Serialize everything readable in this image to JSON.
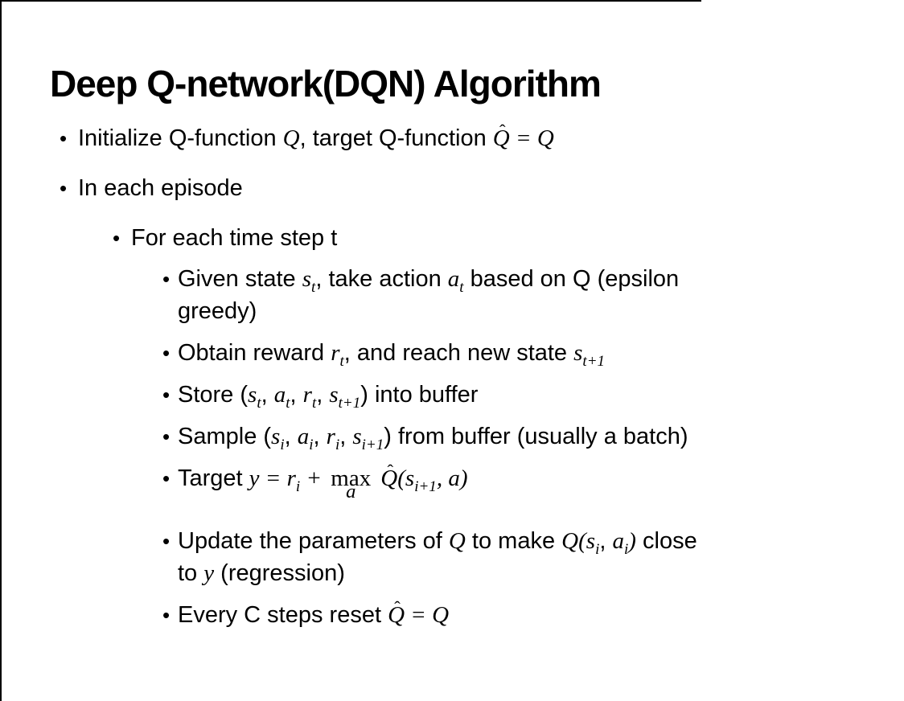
{
  "slide": {
    "title": "Deep Q-network(DQN) Algorithm",
    "colors": {
      "background": "#ffffff",
      "text": "#000000",
      "edge_border": "#000000"
    },
    "bullets": [
      {
        "level": 1,
        "segments": [
          {
            "t": "Initialize Q-function "
          },
          {
            "m": "Q"
          },
          {
            "t": ", target Q-function "
          },
          {
            "hat": "Q"
          },
          {
            "m": " = Q"
          }
        ]
      },
      {
        "level": 1,
        "segments": [
          {
            "t": "In each episode"
          }
        ]
      },
      {
        "level": 2,
        "segments": [
          {
            "t": "For each time step t"
          }
        ]
      },
      {
        "level": 3,
        "segments": [
          {
            "t": "Given state "
          },
          {
            "b": "s",
            "sub": "t"
          },
          {
            "t": ", take action "
          },
          {
            "b": "a",
            "sub": "t"
          },
          {
            "t": " based on Q (epsilon"
          },
          {
            "br": true
          },
          {
            "t": "greedy)"
          }
        ]
      },
      {
        "level": 3,
        "segments": [
          {
            "t": "Obtain reward "
          },
          {
            "b": "r",
            "sub": "t"
          },
          {
            "t": ", and reach new state "
          },
          {
            "b": "s",
            "sub": "t+1"
          }
        ]
      },
      {
        "level": 3,
        "segments": [
          {
            "t": "Store ("
          },
          {
            "b": "s",
            "sub": "t"
          },
          {
            "t": ", "
          },
          {
            "b": "a",
            "sub": "t"
          },
          {
            "t": ", "
          },
          {
            "b": "r",
            "sub": "t"
          },
          {
            "t": ", "
          },
          {
            "b": "s",
            "sub": "t+1"
          },
          {
            "t": ") into buffer"
          }
        ]
      },
      {
        "level": 3,
        "segments": [
          {
            "t": "Sample ("
          },
          {
            "b": "s",
            "sub": "i"
          },
          {
            "t": ", "
          },
          {
            "b": "a",
            "sub": "i"
          },
          {
            "t": ", "
          },
          {
            "b": "r",
            "sub": "i"
          },
          {
            "t": ", "
          },
          {
            "b": "s",
            "sub": "i+1"
          },
          {
            "t": ") from buffer (usually a batch)"
          }
        ]
      },
      {
        "level": 3,
        "segments": [
          {
            "t": "Target "
          },
          {
            "m": "y"
          },
          {
            "m": " = "
          },
          {
            "b": "r",
            "sub": "i"
          },
          {
            "m": " + "
          },
          {
            "munder": {
              "base": "max",
              "under": "a"
            }
          },
          {
            "t": " "
          },
          {
            "hat": "Q"
          },
          {
            "m": "("
          },
          {
            "b": "s",
            "sub": "i+1"
          },
          {
            "m": ", a"
          },
          {
            "m": ")"
          }
        ]
      },
      {
        "level": 3,
        "segments": [
          {
            "t": "Update the parameters of "
          },
          {
            "m": "Q"
          },
          {
            "t": " to make "
          },
          {
            "m": "Q"
          },
          {
            "m": "("
          },
          {
            "b": "s",
            "sub": "i"
          },
          {
            "t": ", "
          },
          {
            "b": "a",
            "sub": "i"
          },
          {
            "m": ")"
          },
          {
            "t": " close"
          },
          {
            "br": true
          },
          {
            "t": "to "
          },
          {
            "m": "y"
          },
          {
            "t": " (regression)"
          }
        ]
      },
      {
        "level": 3,
        "segments": [
          {
            "t": "Every C steps reset "
          },
          {
            "hat": "Q"
          },
          {
            "m": " = Q"
          }
        ]
      }
    ]
  }
}
